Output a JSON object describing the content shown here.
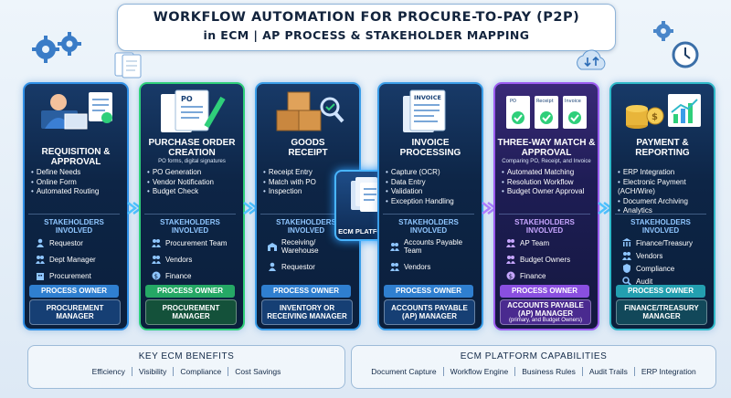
{
  "header": {
    "title": "WORKFLOW AUTOMATION FOR PROCURE-TO-PAY (P2P)",
    "subtitle": "in ECM | AP PROCESS & STAKEHOLDER MAPPING"
  },
  "columns": [
    {
      "title": "Requisition & Approval",
      "subtitle": "",
      "tasks": [
        "Define Needs",
        "Online Form",
        "Automated Routing"
      ],
      "stakeholders_title": "Stakeholders Involved",
      "stakeholders": [
        "Requestor",
        "Dept Manager",
        "Procurement"
      ],
      "process_owner_label": "Process Owner",
      "process_owner": "Procurement Manager",
      "accent": "#2f8fe6"
    },
    {
      "title": "Purchase Order Creation",
      "subtitle": "PO forms, digital signatures",
      "doc_label": "PO",
      "tasks": [
        "PO Generation",
        "Vendor Notification",
        "Budget Check"
      ],
      "stakeholders_title": "Stakeholders Involved",
      "stakeholders": [
        "Procurement Team",
        "Vendors",
        "Finance"
      ],
      "process_owner_label": "Process Owner",
      "process_owner": "Procurement Manager",
      "accent": "#2fcf7a"
    },
    {
      "title": "Goods Receipt",
      "subtitle": "",
      "tasks": [
        "Receipt Entry",
        "Match with PO",
        "Inspection"
      ],
      "stakeholders_title": "Stakeholders Involved",
      "stakeholders": [
        "Receiving/ Warehouse",
        "Requestor"
      ],
      "process_owner_label": "Process Owner",
      "process_owner": "Inventory or Receiving Manager",
      "accent": "#3a9de8"
    },
    {
      "title": "Invoice Processing",
      "subtitle": "",
      "doc_label": "INVOICE",
      "tasks": [
        "Capture (OCR)",
        "Data Entry",
        "Validation",
        "Exception Handling"
      ],
      "stakeholders_title": "Stakeholders Involved",
      "stakeholders": [
        "Accounts Payable Team",
        "Vendors"
      ],
      "process_owner_label": "Process Owner",
      "process_owner": "Accounts Payable (AP) Manager",
      "accent": "#3a9de8"
    },
    {
      "title": "Three-Way Match & Approval",
      "subtitle": "Comparing PO, Receipt, and Invoice",
      "doc_labels": [
        "PO",
        "Receipt",
        "Invoice"
      ],
      "tasks": [
        "Automated Matching",
        "Resolution Workflow",
        "Budget Owner Approval"
      ],
      "stakeholders_title": "Stakeholders Involved",
      "stakeholders": [
        "AP Team",
        "Budget Owners",
        "Finance"
      ],
      "process_owner_label": "Process Owner",
      "process_owner": "Accounts Payable (AP) Manager",
      "process_owner_note": "(primary, and Budget Owners)",
      "accent": "#9b5cf0"
    },
    {
      "title": "Payment & Reporting",
      "subtitle": "",
      "tasks": [
        "ERP Integration",
        "Electronic Payment (ACH/Wire)",
        "Document Archiving",
        "Analytics"
      ],
      "stakeholders_title": "Stakeholders Involved",
      "stakeholders": [
        "Finance/Treasury",
        "Vendors",
        "Compliance",
        "Audit"
      ],
      "process_owner_label": "Process Owner",
      "process_owner": "Finance/Treasury Manager",
      "accent": "#2fb9c9"
    }
  ],
  "ecm": {
    "label": "ECM PLATFORM"
  },
  "benefits": {
    "title": "Key ECM Benefits",
    "items": [
      "Efficiency",
      "Visibility",
      "Compliance",
      "Cost Savings"
    ]
  },
  "capabilities": {
    "title": "ECM Platform Capabilities",
    "items": [
      "Document Capture",
      "Workflow Engine",
      "Business Rules",
      "Audit Trails",
      "ERP Integration"
    ]
  }
}
